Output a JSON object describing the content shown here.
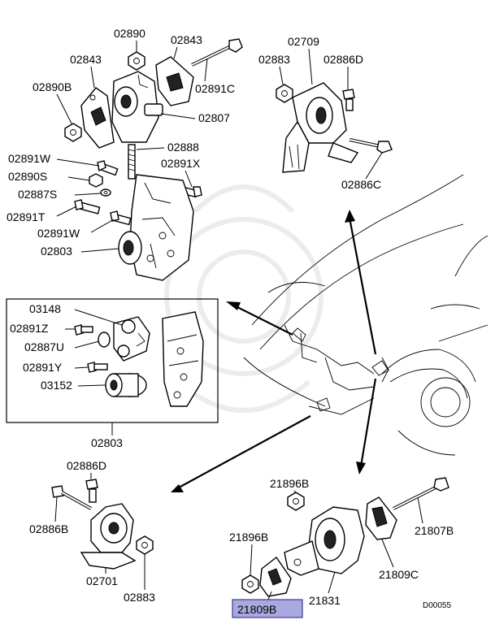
{
  "parts": {
    "p02890": "02890",
    "p02843_a": "02843",
    "p02843_b": "02843",
    "p02890B": "02890B",
    "p02891C": "02891C",
    "p02807": "02807",
    "p02888": "02888",
    "p02891W_a": "02891W",
    "p02891X": "02891X",
    "p02890S": "02890S",
    "p02887S": "02887S",
    "p02891T": "02891T",
    "p02891W_b": "02891W",
    "p02803_a": "02803",
    "p02709": "02709",
    "p02883_a": "02883",
    "p02886D_a": "02886D",
    "p02886C": "02886C",
    "p03148": "03148",
    "p02891Z": "02891Z",
    "p02887U": "02887U",
    "p02891Y": "02891Y",
    "p03152": "03152",
    "p02803_b": "02803",
    "p02886D_b": "02886D",
    "p02886B": "02886B",
    "p02701": "02701",
    "p02883_b": "02883",
    "p21896B_a": "21896B",
    "p21896B_b": "21896B",
    "p21807B": "21807B",
    "p21809C": "21809C",
    "p21831": "21831",
    "p21809B": "21809B"
  },
  "diagram_code": "D00055",
  "highlight_color": "#a9a9e0"
}
